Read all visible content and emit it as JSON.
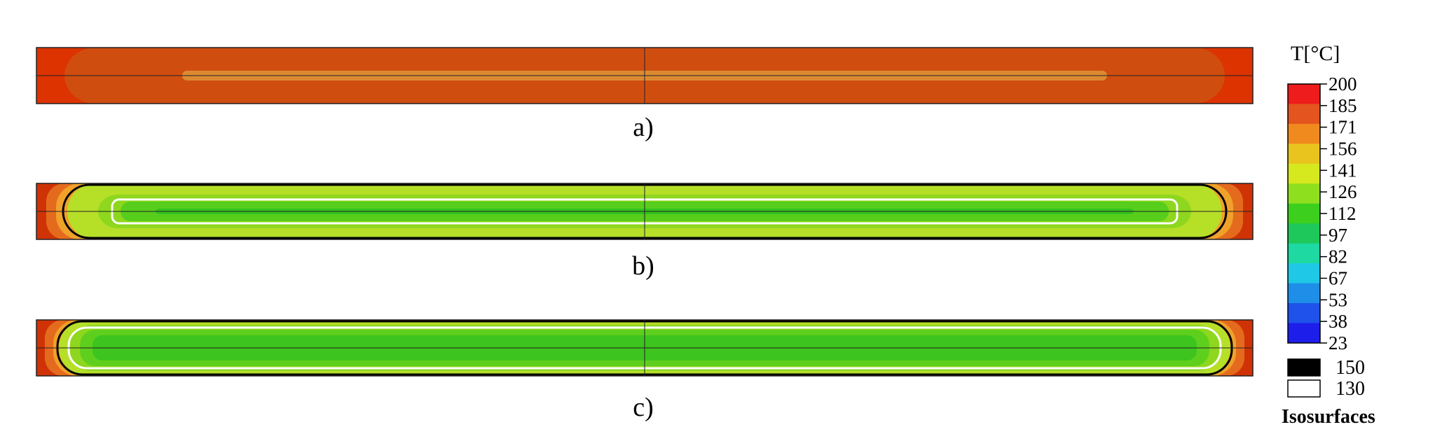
{
  "panels": [
    {
      "label": "a)",
      "layers": [
        {
          "color": "#dc3300"
        },
        {
          "color": "#d04d10"
        },
        {
          "color": "#dc8a32"
        }
      ],
      "isosurfaces": []
    },
    {
      "label": "b)",
      "layers": [
        {
          "color": "#cf3305"
        },
        {
          "color": "#e46b1d"
        },
        {
          "color": "#efa12a"
        },
        {
          "color": "#b6df28"
        },
        {
          "color": "#8ed71e"
        },
        {
          "color": "#57cd1c"
        },
        {
          "color": "#34c11e"
        }
      ],
      "isosurfaces": [
        150,
        130
      ]
    },
    {
      "label": "c)",
      "layers": [
        {
          "color": "#cf3305"
        },
        {
          "color": "#e46b1d"
        },
        {
          "color": "#efa12a"
        },
        {
          "color": "#b6df28"
        },
        {
          "color": "#8ed71e"
        },
        {
          "color": "#5ecf1d"
        },
        {
          "color": "#3dc41e"
        }
      ],
      "isosurfaces": [
        150,
        130
      ]
    }
  ],
  "legend": {
    "title": "T[°C]",
    "ticks": [
      "200",
      "185",
      "171",
      "156",
      "141",
      "126",
      "112",
      "97",
      "82",
      "67",
      "53",
      "38",
      "23"
    ],
    "band_colors": [
      "#ee1c1c",
      "#e4541e",
      "#f08a1e",
      "#e9c41e",
      "#d6e81e",
      "#8ee01e",
      "#3ccf1e",
      "#1ec85a",
      "#1ed9a2",
      "#1ec8e6",
      "#1e8ee8",
      "#1e52ea",
      "#1e1eea"
    ],
    "isosurfaces_title": "Isosurfaces",
    "isosurfaces": [
      {
        "value": "150",
        "color": "#000000"
      },
      {
        "value": "130",
        "color": "#ffffff"
      }
    ]
  }
}
